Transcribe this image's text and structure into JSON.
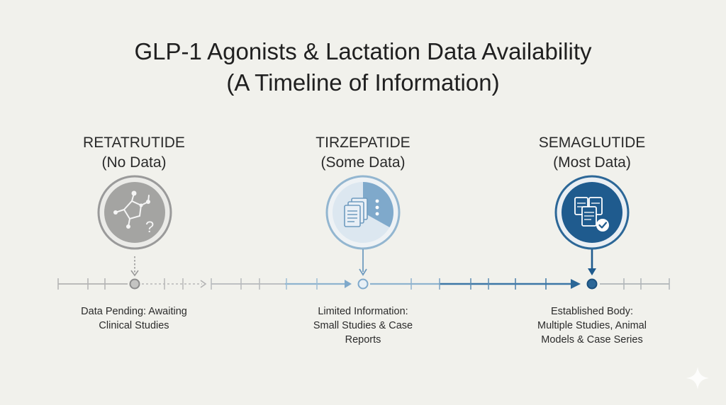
{
  "title": {
    "line1": "GLP-1 Agonists & Lactation Data Availability",
    "line2": "(A Timeline of Information)"
  },
  "drugs": [
    {
      "name": "RETATRUTIDE",
      "status": "(No Data)",
      "description": [
        "Data Pending: Awaiting",
        "Clinical Studies"
      ],
      "icon": "molecule-question-icon",
      "color": "#8c8c8c"
    },
    {
      "name": "TIRZEPATIDE",
      "status": "(Some Data)",
      "description": [
        "Limited Information:",
        "Small Studies & Case",
        "Reports"
      ],
      "icon": "documents-partial-icon",
      "color": "#7fa8c8"
    },
    {
      "name": "SEMAGLUTIDE",
      "status": "(Most Data)",
      "description": [
        "Established Body:",
        "Multiple Studies, Animal",
        "Models & Case Series"
      ],
      "icon": "documents-check-icon",
      "color": "#1f5b8e"
    }
  ]
}
